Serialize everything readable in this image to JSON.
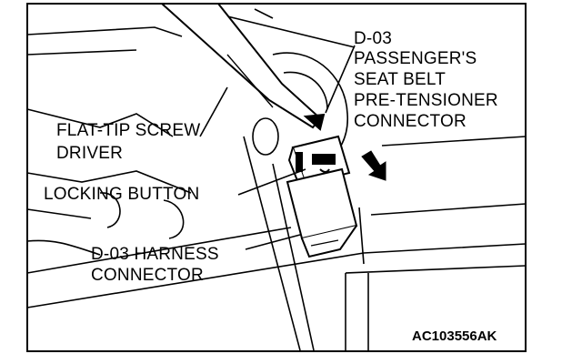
{
  "labels": {
    "screwdriver_line1": "FLAT-TIP SCREW",
    "screwdriver_line2": "DRIVER",
    "passenger_line1": "D-03",
    "passenger_line2": "PASSENGER'S",
    "passenger_line3": "SEAT BELT",
    "passenger_line4": "PRE-TENSIONER",
    "passenger_line5": "CONNECTOR",
    "locking_button": "LOCKING BUTTON",
    "harness_line1": "D-03 HARNESS",
    "harness_line2": "CONNECTOR"
  },
  "figure_code": "AC103556AK",
  "colors": {
    "ink": "#000000",
    "background": "#ffffff"
  }
}
